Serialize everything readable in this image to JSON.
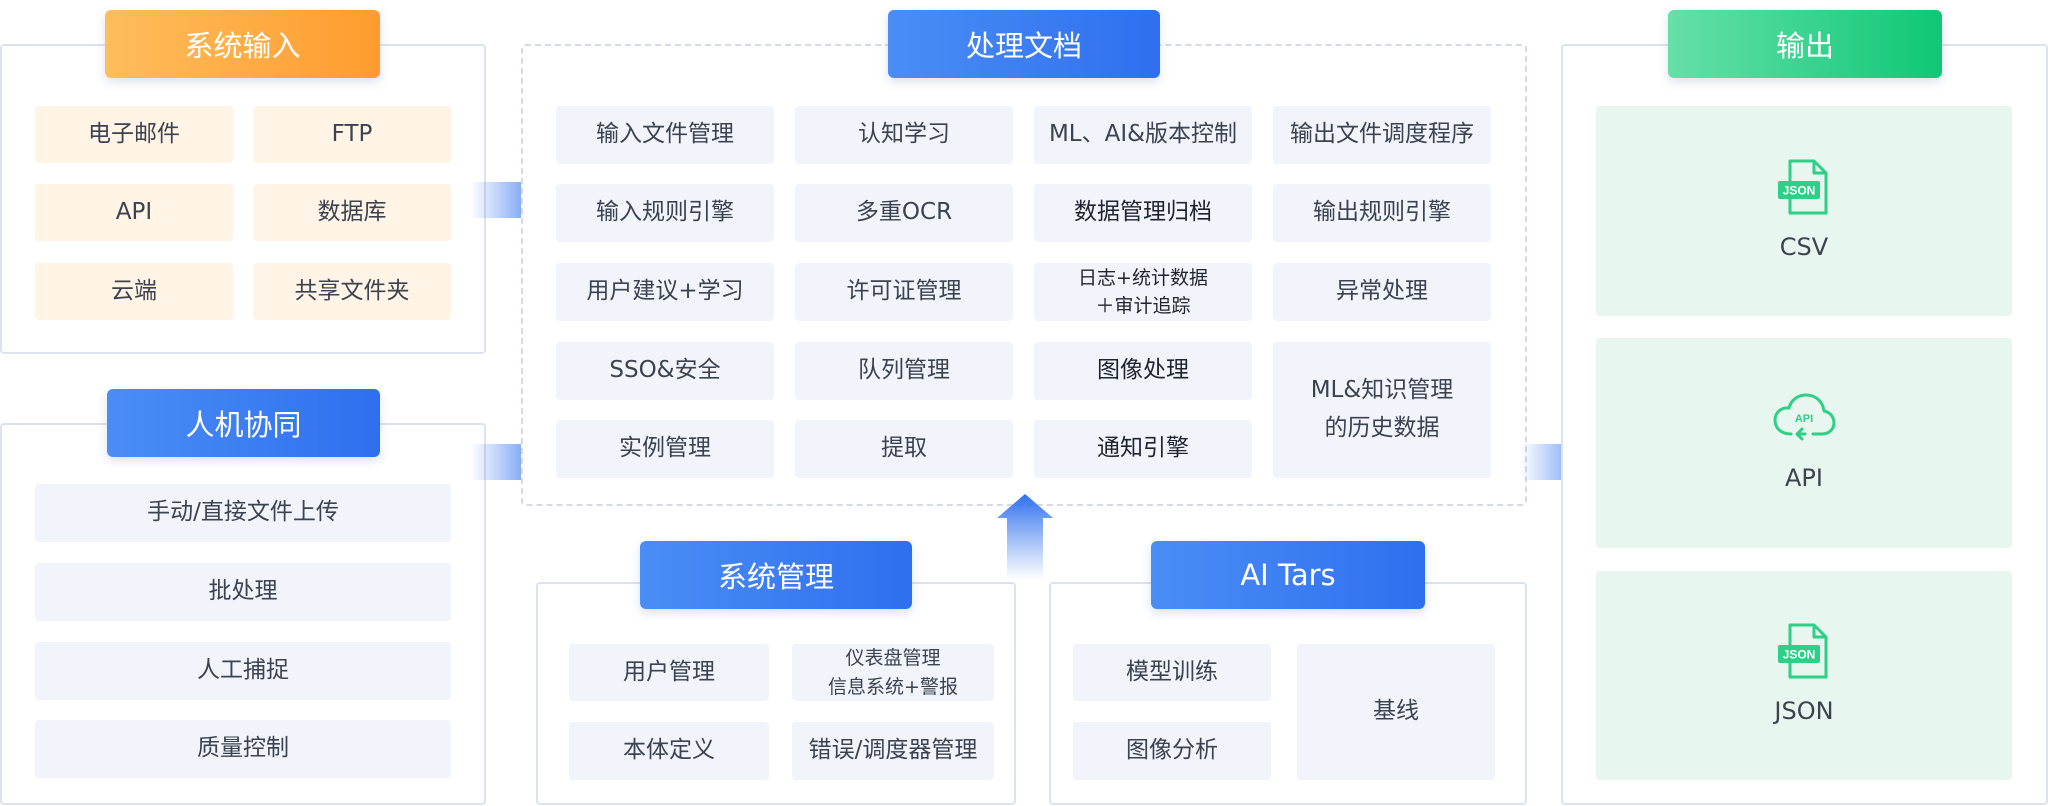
{
  "system_input": {
    "title": "系统输入",
    "items": [
      "电子邮件",
      "FTP",
      "API",
      "数据库",
      "云端",
      "共享文件夹"
    ]
  },
  "human_collab": {
    "title": "人机协同",
    "items": [
      "手动/直接文件上传",
      "批处理",
      "人工捕捉",
      "质量控制"
    ]
  },
  "processing": {
    "title": "处理文档",
    "col1": [
      "输入文件管理",
      "输入规则引擎",
      "用户建议+学习",
      "SSO&安全",
      "实例管理"
    ],
    "col2": [
      "认知学习",
      "多重OCR",
      "许可证管理",
      "队列管理",
      "提取"
    ],
    "col3": [
      "ML、AI&版本控制",
      "数据管理归档",
      "日志+统计数据\n＋审计追踪",
      "图像处理",
      "通知引擎"
    ],
    "col4": [
      "输出文件调度程序",
      "输出规则引擎",
      "异常处理",
      "ML&知识管理\n的历史数据"
    ]
  },
  "system_mgmt": {
    "title": "系统管理",
    "items": [
      "用户管理",
      "仪表盘管理\n信息系统+警报",
      "本体定义",
      "错误/调度器管理"
    ]
  },
  "ai_tars": {
    "title": "AI Tars",
    "items": [
      "模型训练",
      "图像分析",
      "基线"
    ]
  },
  "output": {
    "title": "输出",
    "items": [
      {
        "label": "CSV",
        "icon": "json-file-icon",
        "icon_text": "JSON"
      },
      {
        "label": "API",
        "icon": "api-cloud-icon",
        "icon_text": "API"
      },
      {
        "label": "JSON",
        "icon": "json-file-icon",
        "icon_text": "JSON"
      }
    ]
  },
  "colors": {
    "orange_header": "#ff9c2e",
    "blue_header": "#2f6fef",
    "green_header": "#0fc777",
    "orange_cell": "#fff4e5",
    "blue_cell": "#f1f4fb",
    "green_cell": "#e7f6ee",
    "icon_green": "#2fcf87"
  }
}
